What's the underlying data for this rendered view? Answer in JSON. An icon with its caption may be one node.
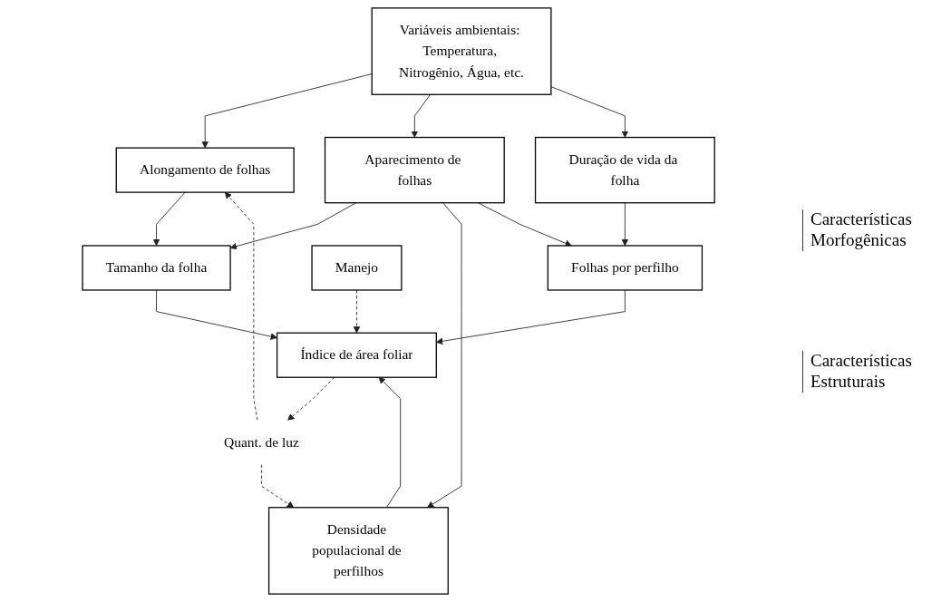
{
  "diagram": {
    "nodes": [
      {
        "text": [
          "Variáveis ambientais: Temperatura, Nitrogênio, Água, etc."
        ]
      },
      {
        "text": [
          "Alongamento de folhas"
        ]
      },
      {
        "text": [
          "Aparecimento de folhas"
        ]
      },
      {
        "text": [
          "Duração de vida da folha"
        ]
      },
      {
        "text": [
          "Tamanho da folha"
        ]
      },
      {
        "text": [
          "Densidade populacional de perfilhos"
        ]
      },
      {
        "text": [
          "Folhas por perfilho"
        ]
      },
      {
        "text": [
          "Quant. de luz"
        ]
      },
      {
        "text": [
          "Índice de área foliar"
        ]
      },
      {
        "text": [
          "Manejo"
        ]
      }
    ],
    "edges": [
      {
        "from": 0,
        "to": 1,
        "arrow": "to"
      },
      {
        "from": 0,
        "to": 2,
        "arrow": "to"
      },
      {
        "from": 0,
        "to": 3,
        "arrow": "to"
      },
      {
        "from": 1,
        "to": 4,
        "arrow": "to"
      },
      {
        "from": 2,
        "to": 4,
        "arrow": "to"
      },
      {
        "from": 2,
        "to": 5,
        "arrow": "to"
      },
      {
        "from": 2,
        "to": 6,
        "arrow": "to"
      },
      {
        "from": 3,
        "to": 6,
        "arrow": "to"
      },
      {
        "from": 4,
        "to": 8,
        "arrow": "to"
      },
      {
        "from": 5,
        "to": 8,
        "arrow": "to"
      },
      {
        "from": 6,
        "to": 8,
        "arrow": "to"
      },
      {
        "from": 7,
        "to": 1,
        "arrow": "to",
        "style": "dashed"
      },
      {
        "from": 7,
        "to": 5,
        "arrow": "to",
        "style": "dashed"
      },
      {
        "from": 8,
        "to": 7,
        "arrow": "to",
        "style": "dashed"
      },
      {
        "from": 9,
        "to": 8,
        "arrow": "to",
        "style": "dashed"
      }
    ],
    "labels": [
      "Características Morfogênicas",
      "Características Estruturais"
    ]
  }
}
